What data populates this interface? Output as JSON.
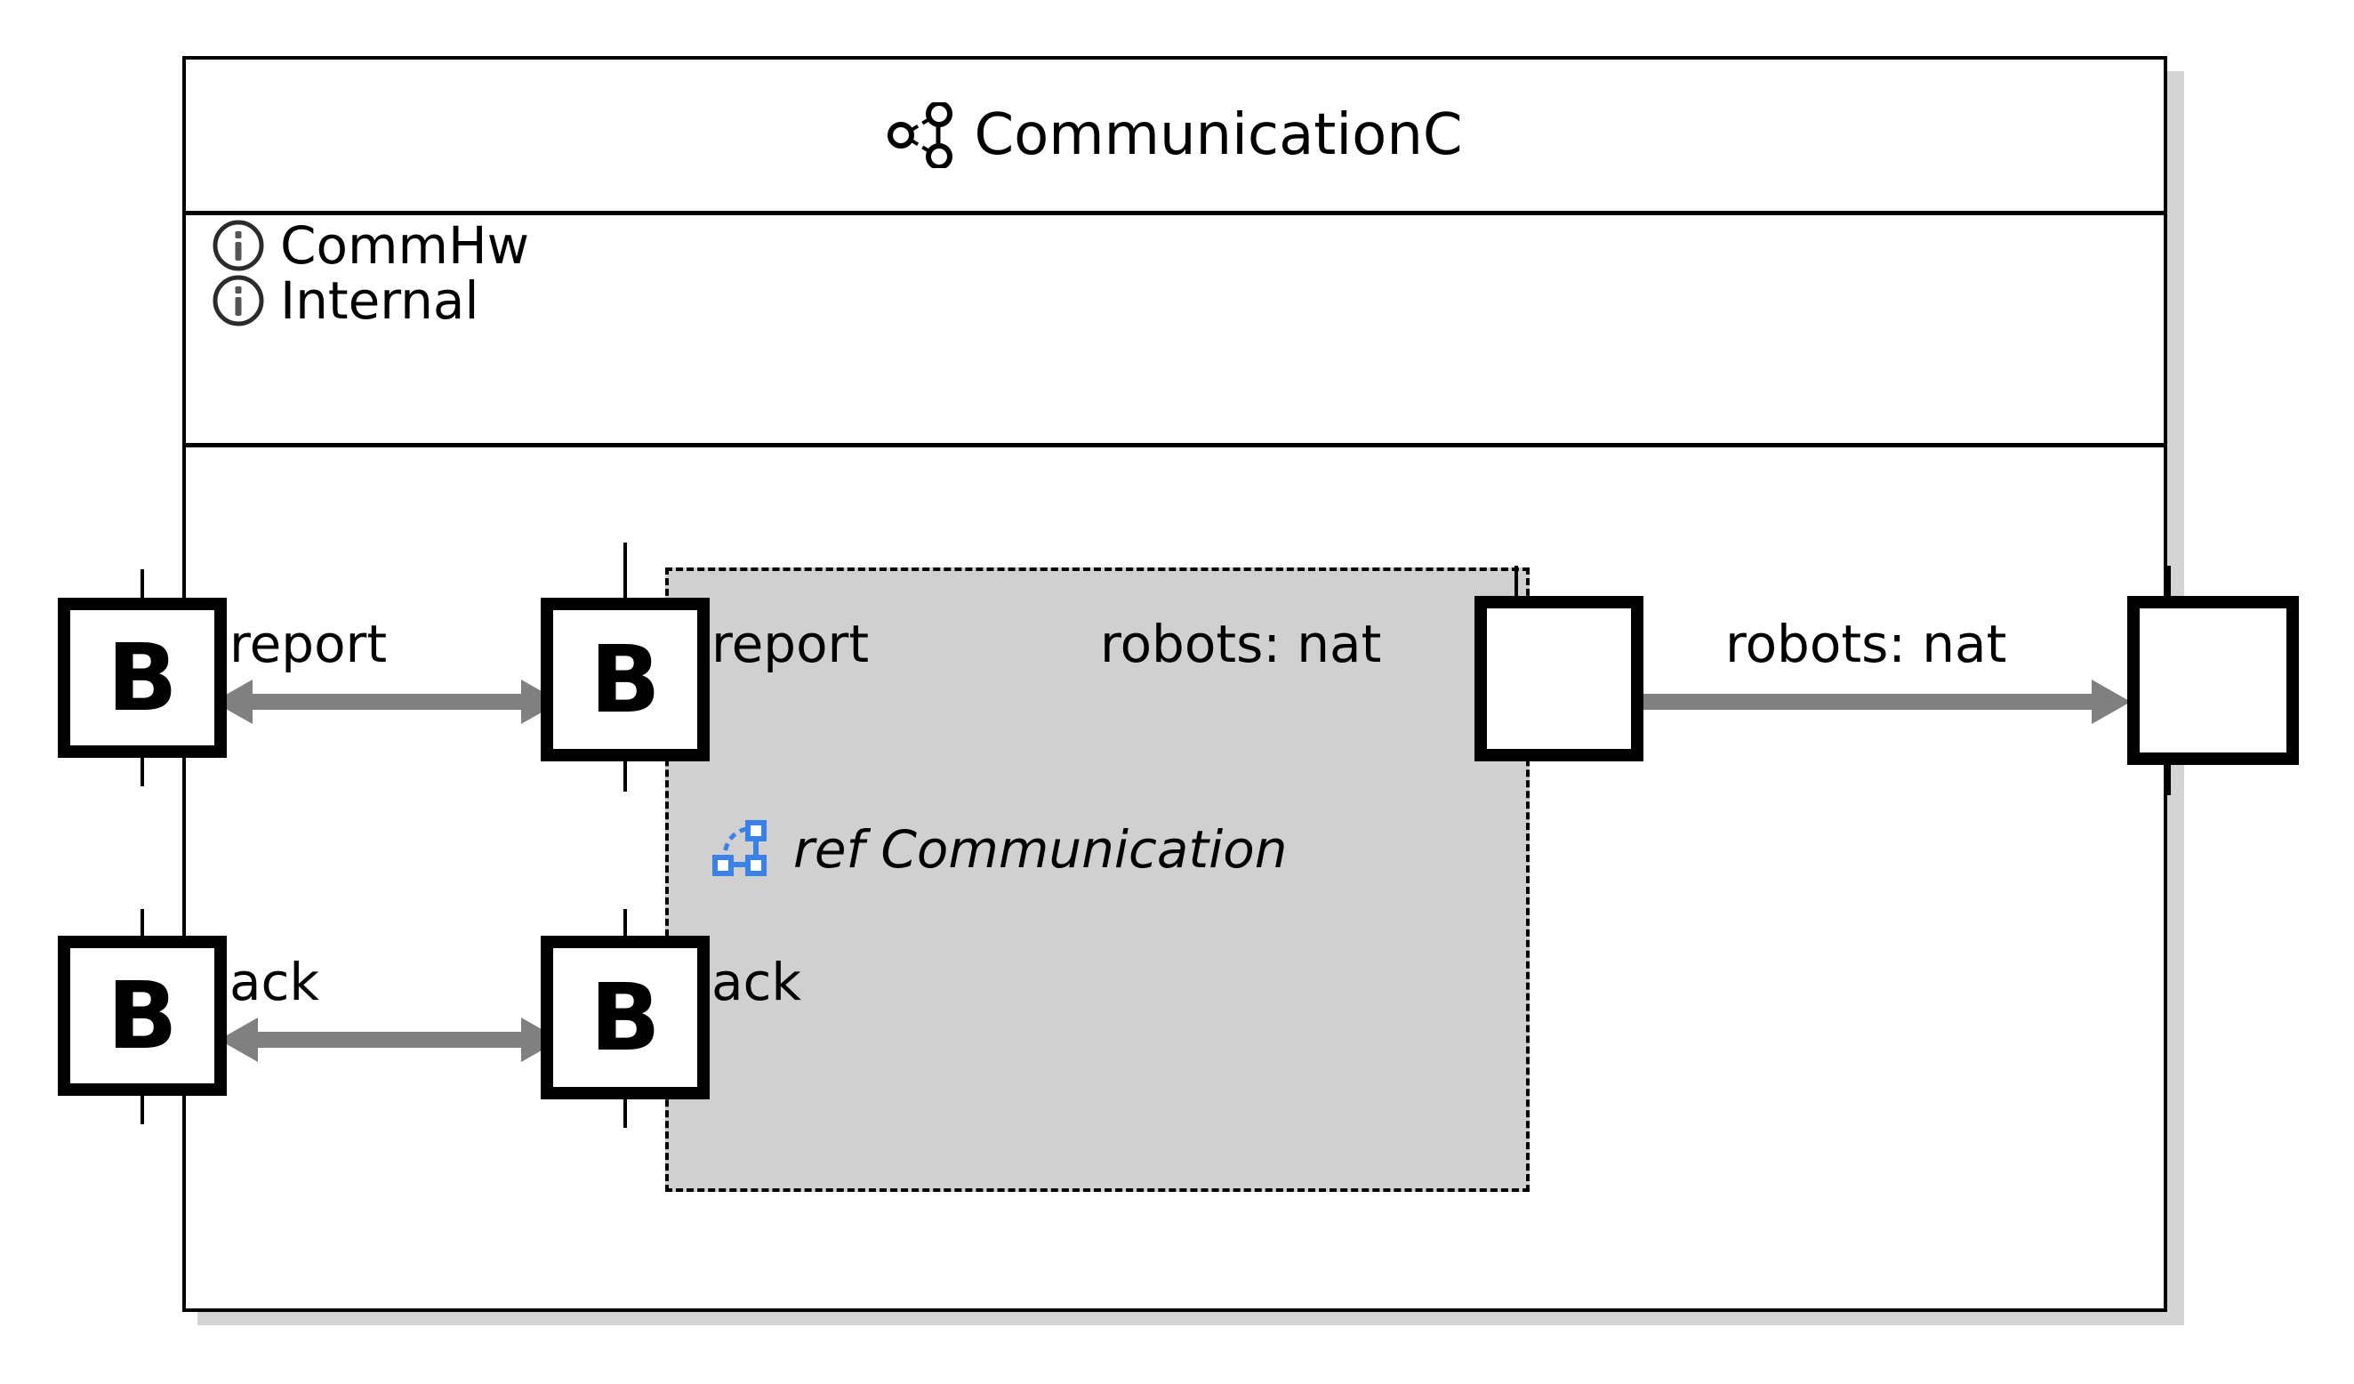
{
  "component": {
    "title": "CommunicationC",
    "title_icon": "component-network-icon",
    "properties": [
      {
        "icon": "info-icon",
        "label": "CommHw"
      },
      {
        "icon": "info-icon",
        "label": "Internal"
      }
    ]
  },
  "reference_frame": {
    "icon": "reference-network-icon",
    "label": "ref Communication"
  },
  "ports": [
    {
      "id": "port-b-1",
      "letter": "B",
      "kind": "behavior-port"
    },
    {
      "id": "port-b-2",
      "letter": "B",
      "kind": "behavior-port"
    },
    {
      "id": "port-b-3",
      "letter": "B",
      "kind": "behavior-port"
    },
    {
      "id": "port-b-4",
      "letter": "B",
      "kind": "behavior-port"
    },
    {
      "id": "port-w-1",
      "letter": "",
      "kind": "plain-port"
    },
    {
      "id": "port-w-2",
      "letter": "",
      "kind": "plain-port"
    }
  ],
  "labels": {
    "report_outer": "report",
    "report_inner": "report",
    "ack_outer": "ack",
    "ack_inner": "ack",
    "robots_inner": "robots: nat",
    "robots_outer": "robots: nat"
  },
  "colors": {
    "frame_border": "#000000",
    "frame_fill": "#ffffff",
    "shadow": "#d4d4d4",
    "ref_fill": "#d0d0d0",
    "connector": "#808080",
    "ref_icon": "#3b82e8",
    "text": "#000000"
  }
}
